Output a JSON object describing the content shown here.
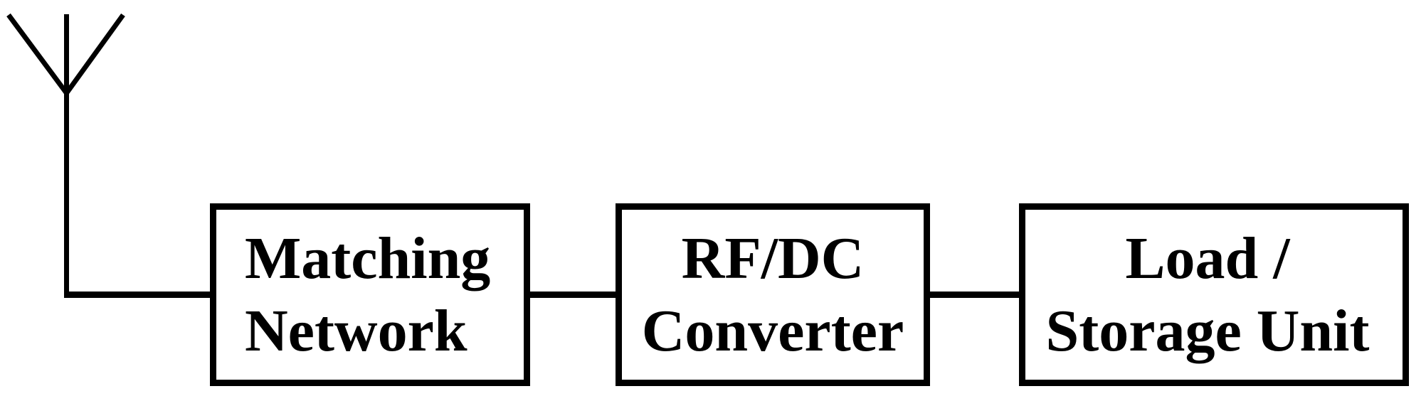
{
  "figure": {
    "background_color": "#ffffff",
    "line_color": "#000000",
    "antenna": {
      "icon": "antenna-icon"
    },
    "blocks": [
      {
        "id": "matching-network",
        "line1": "Matching",
        "line2": "Network"
      },
      {
        "id": "rf-dc-converter",
        "line1": "RF/DC",
        "line2": "Converter"
      },
      {
        "id": "load-storage-unit",
        "line1": "Load /",
        "line2": "Storage Unit"
      }
    ]
  }
}
